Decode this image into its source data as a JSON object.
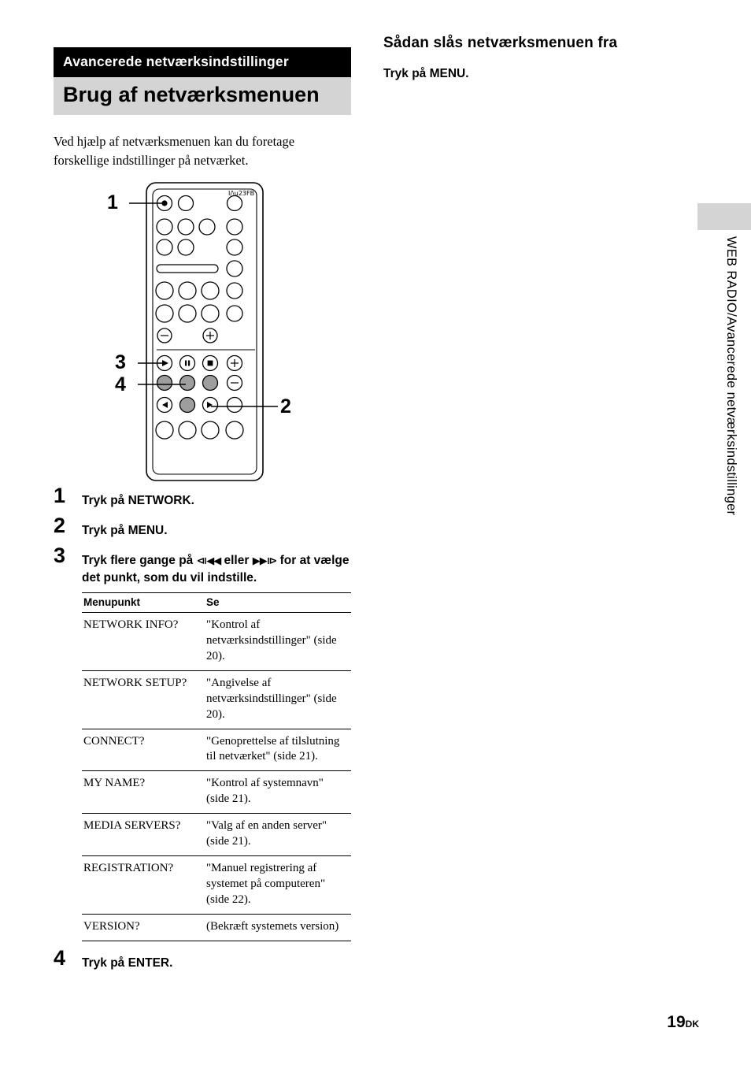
{
  "left": {
    "chapter": "Avancerede netværksindstillinger",
    "title": "Brug af netværksmenuen",
    "intro": "Ved hjælp af netværksmenuen kan du foretage forskellige indstillinger på netværket.",
    "callouts": [
      "1",
      "3",
      "4",
      "2"
    ],
    "steps": [
      {
        "num": "1",
        "text": "Tryk på NETWORK."
      },
      {
        "num": "2",
        "text": "Tryk på MENU."
      },
      {
        "num": "3",
        "text_before": "Tryk flere gange på ",
        "glyph1": "⧏◀◀",
        "text_mid": " eller ",
        "glyph2": "▶▶⧐",
        "text_after": " for at vælge det punkt, som du vil indstille."
      },
      {
        "num": "4",
        "text": "Tryk på ENTER."
      }
    ],
    "table": {
      "headers": [
        "Menupunkt",
        "Se"
      ],
      "rows": [
        {
          "item": "NETWORK INFO?",
          "see": "\"Kontrol af netværksindstillinger\" (side 20)."
        },
        {
          "item": "NETWORK SETUP?",
          "see": "\"Angivelse af netværksindstillinger\" (side 20)."
        },
        {
          "item": "CONNECT?",
          "see": "\"Genoprettelse af tilslutning til netværket\" (side 21)."
        },
        {
          "item": "MY NAME?",
          "see": "\"Kontrol af systemnavn\" (side 21)."
        },
        {
          "item": "MEDIA SERVERS?",
          "see": "\"Valg af en anden server\" (side 21)."
        },
        {
          "item": "REGISTRATION?",
          "see": "\"Manuel registrering af systemet på computeren\" (side 22)."
        },
        {
          "item": "VERSION?",
          "see": "(Bekræft systemets version)"
        }
      ]
    }
  },
  "right": {
    "heading": "Sådan slås netværksmenuen fra",
    "body": "Tryk på MENU."
  },
  "side": {
    "text": "WEB RADIO/Avancerede netværksindstillinger"
  },
  "footer": {
    "page": "19",
    "suffix": "DK"
  },
  "colors": {
    "chapter_bar_bg": "#000000",
    "title_bar_bg": "#d4d4d4",
    "side_tab_bg": "#d4d4d4"
  }
}
